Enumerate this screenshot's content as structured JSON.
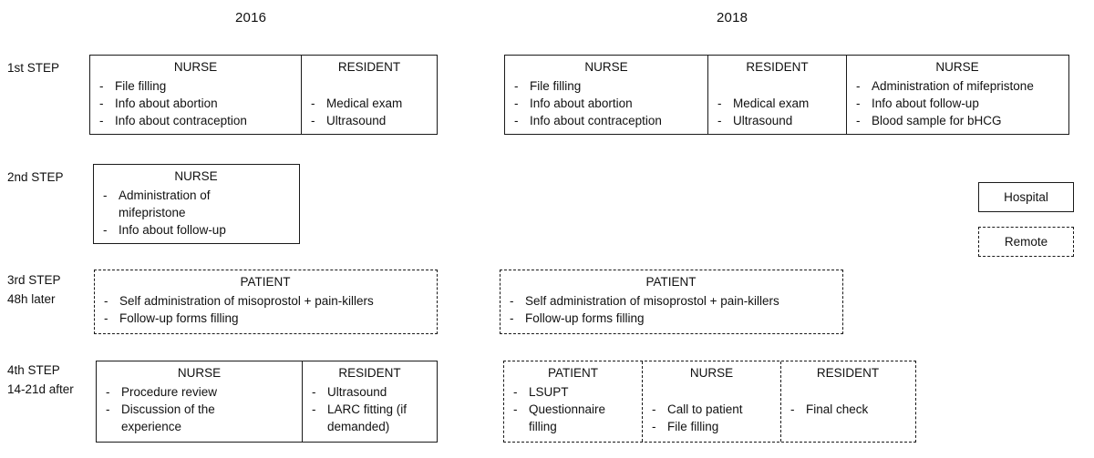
{
  "titles": {
    "y2016": "2016",
    "y2018": "2018"
  },
  "step_labels": {
    "step1": {
      "line1": "1st STEP",
      "line2": ""
    },
    "step2": {
      "line1": "2nd STEP",
      "line2": ""
    },
    "step3": {
      "line1": "3rd STEP",
      "line2": "48h later"
    },
    "step4": {
      "line1": "4th STEP",
      "line2": "14-21d after"
    }
  },
  "legend": {
    "hospital": "Hospital",
    "remote": "Remote"
  },
  "boxes": {
    "s1_2016": {
      "cells": [
        {
          "header": "NURSE",
          "items": [
            "File filling",
            "Info about abortion",
            "Info about contraception"
          ]
        },
        {
          "header": "RESIDENT",
          "items": [
            "Medical exam",
            "Ultrasound"
          ]
        }
      ]
    },
    "s1_2018": {
      "cells": [
        {
          "header": "NURSE",
          "items": [
            "File filling",
            "Info about abortion",
            "Info about contraception"
          ]
        },
        {
          "header": "RESIDENT",
          "items": [
            "Medical exam",
            "Ultrasound"
          ]
        },
        {
          "header": "NURSE",
          "items": [
            "Administration of mifepristone",
            "Info about follow-up",
            "Blood sample for bHCG"
          ]
        }
      ]
    },
    "s2_2016": {
      "cells": [
        {
          "header": "NURSE",
          "items": [
            "Administration of mifepristone",
            "Info about follow-up"
          ]
        }
      ]
    },
    "s3_2016": {
      "cells": [
        {
          "header": "PATIENT",
          "items": [
            "Self administration of misoprostol + pain-killers",
            "Follow-up forms filling"
          ]
        }
      ]
    },
    "s3_2018": {
      "cells": [
        {
          "header": "PATIENT",
          "items": [
            "Self administration of misoprostol + pain-killers",
            "Follow-up forms filling"
          ]
        }
      ]
    },
    "s4_2016": {
      "cells": [
        {
          "header": "NURSE",
          "items": [
            "Procedure review",
            "Discussion of the experience"
          ]
        },
        {
          "header": "RESIDENT",
          "items": [
            "Ultrasound",
            "LARC fitting (if demanded)"
          ]
        }
      ]
    },
    "s4_2018": {
      "cells": [
        {
          "header": "PATIENT",
          "items": [
            "LSUPT",
            "Questionnaire filling"
          ]
        },
        {
          "header": "NURSE",
          "items": [
            "Call to patient",
            "File filling"
          ]
        },
        {
          "header": "RESIDENT",
          "items": [
            "Final check"
          ]
        }
      ]
    }
  },
  "colors": {
    "line": "#1a1a1a",
    "text": "#111111",
    "background": "#ffffff"
  }
}
